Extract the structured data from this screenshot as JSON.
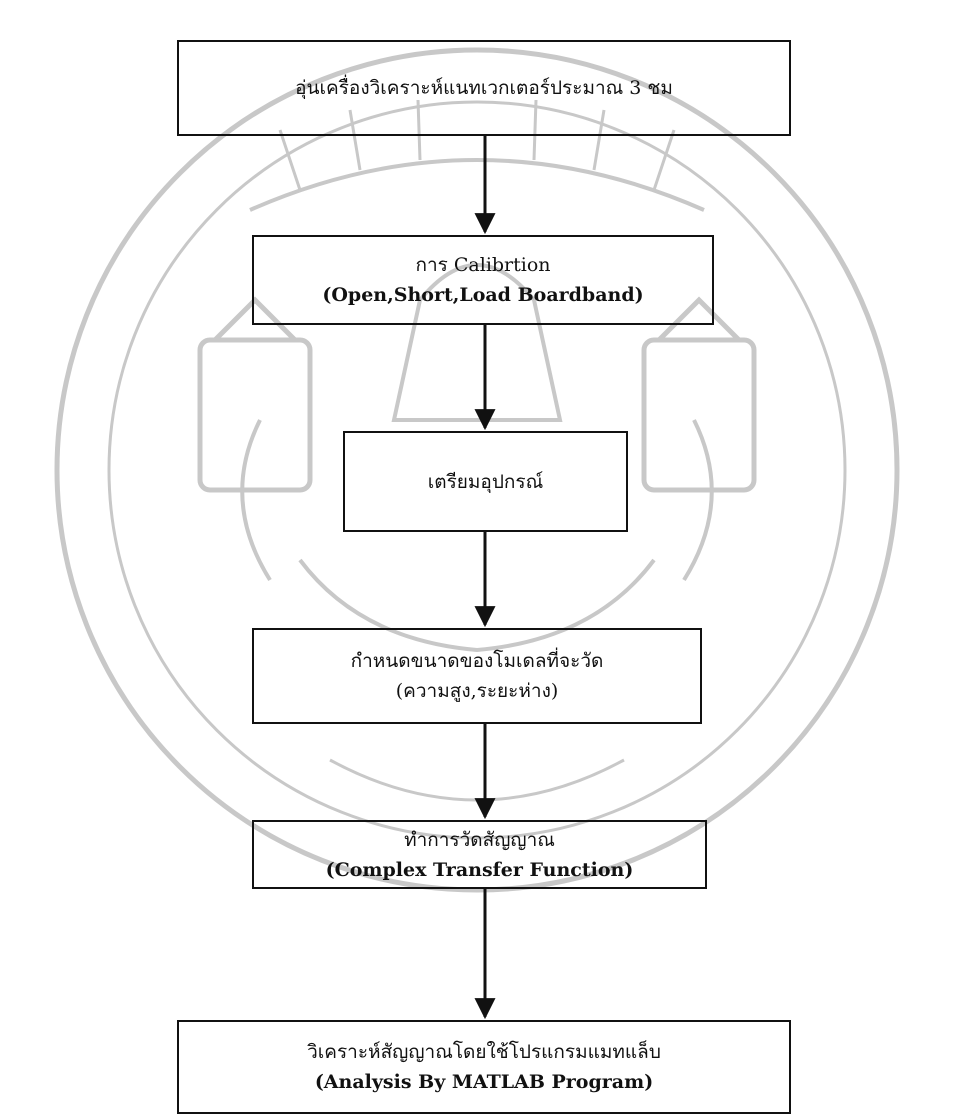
{
  "colors": {
    "ink": "#111111",
    "watermark": "#c8c8c8",
    "background": "#ffffff"
  },
  "steps": [
    {
      "lines": [
        "อุ่นเครื่องวิเคราะห์แนทเวกเตอร์ประมาณ 3 ชม"
      ]
    },
    {
      "lines": [
        "การ Calibrtion",
        "(Open,Short,Load Boardband)"
      ]
    },
    {
      "lines": [
        "เตรียมอุปกรณ์"
      ]
    },
    {
      "lines": [
        "กำหนดขนาดของโมเดลที่จะวัด",
        "(ความสูง,ระยะห่าง)"
      ]
    },
    {
      "lines": [
        "ทำการวัดสัญญาณ",
        "(Complex Transfer Function)"
      ]
    },
    {
      "lines": [
        "วิเคราะห์สัญญาณโดยใช้โปรแกรมแมทแล็บ",
        "(Analysis By MATLAB Program)"
      ]
    }
  ]
}
